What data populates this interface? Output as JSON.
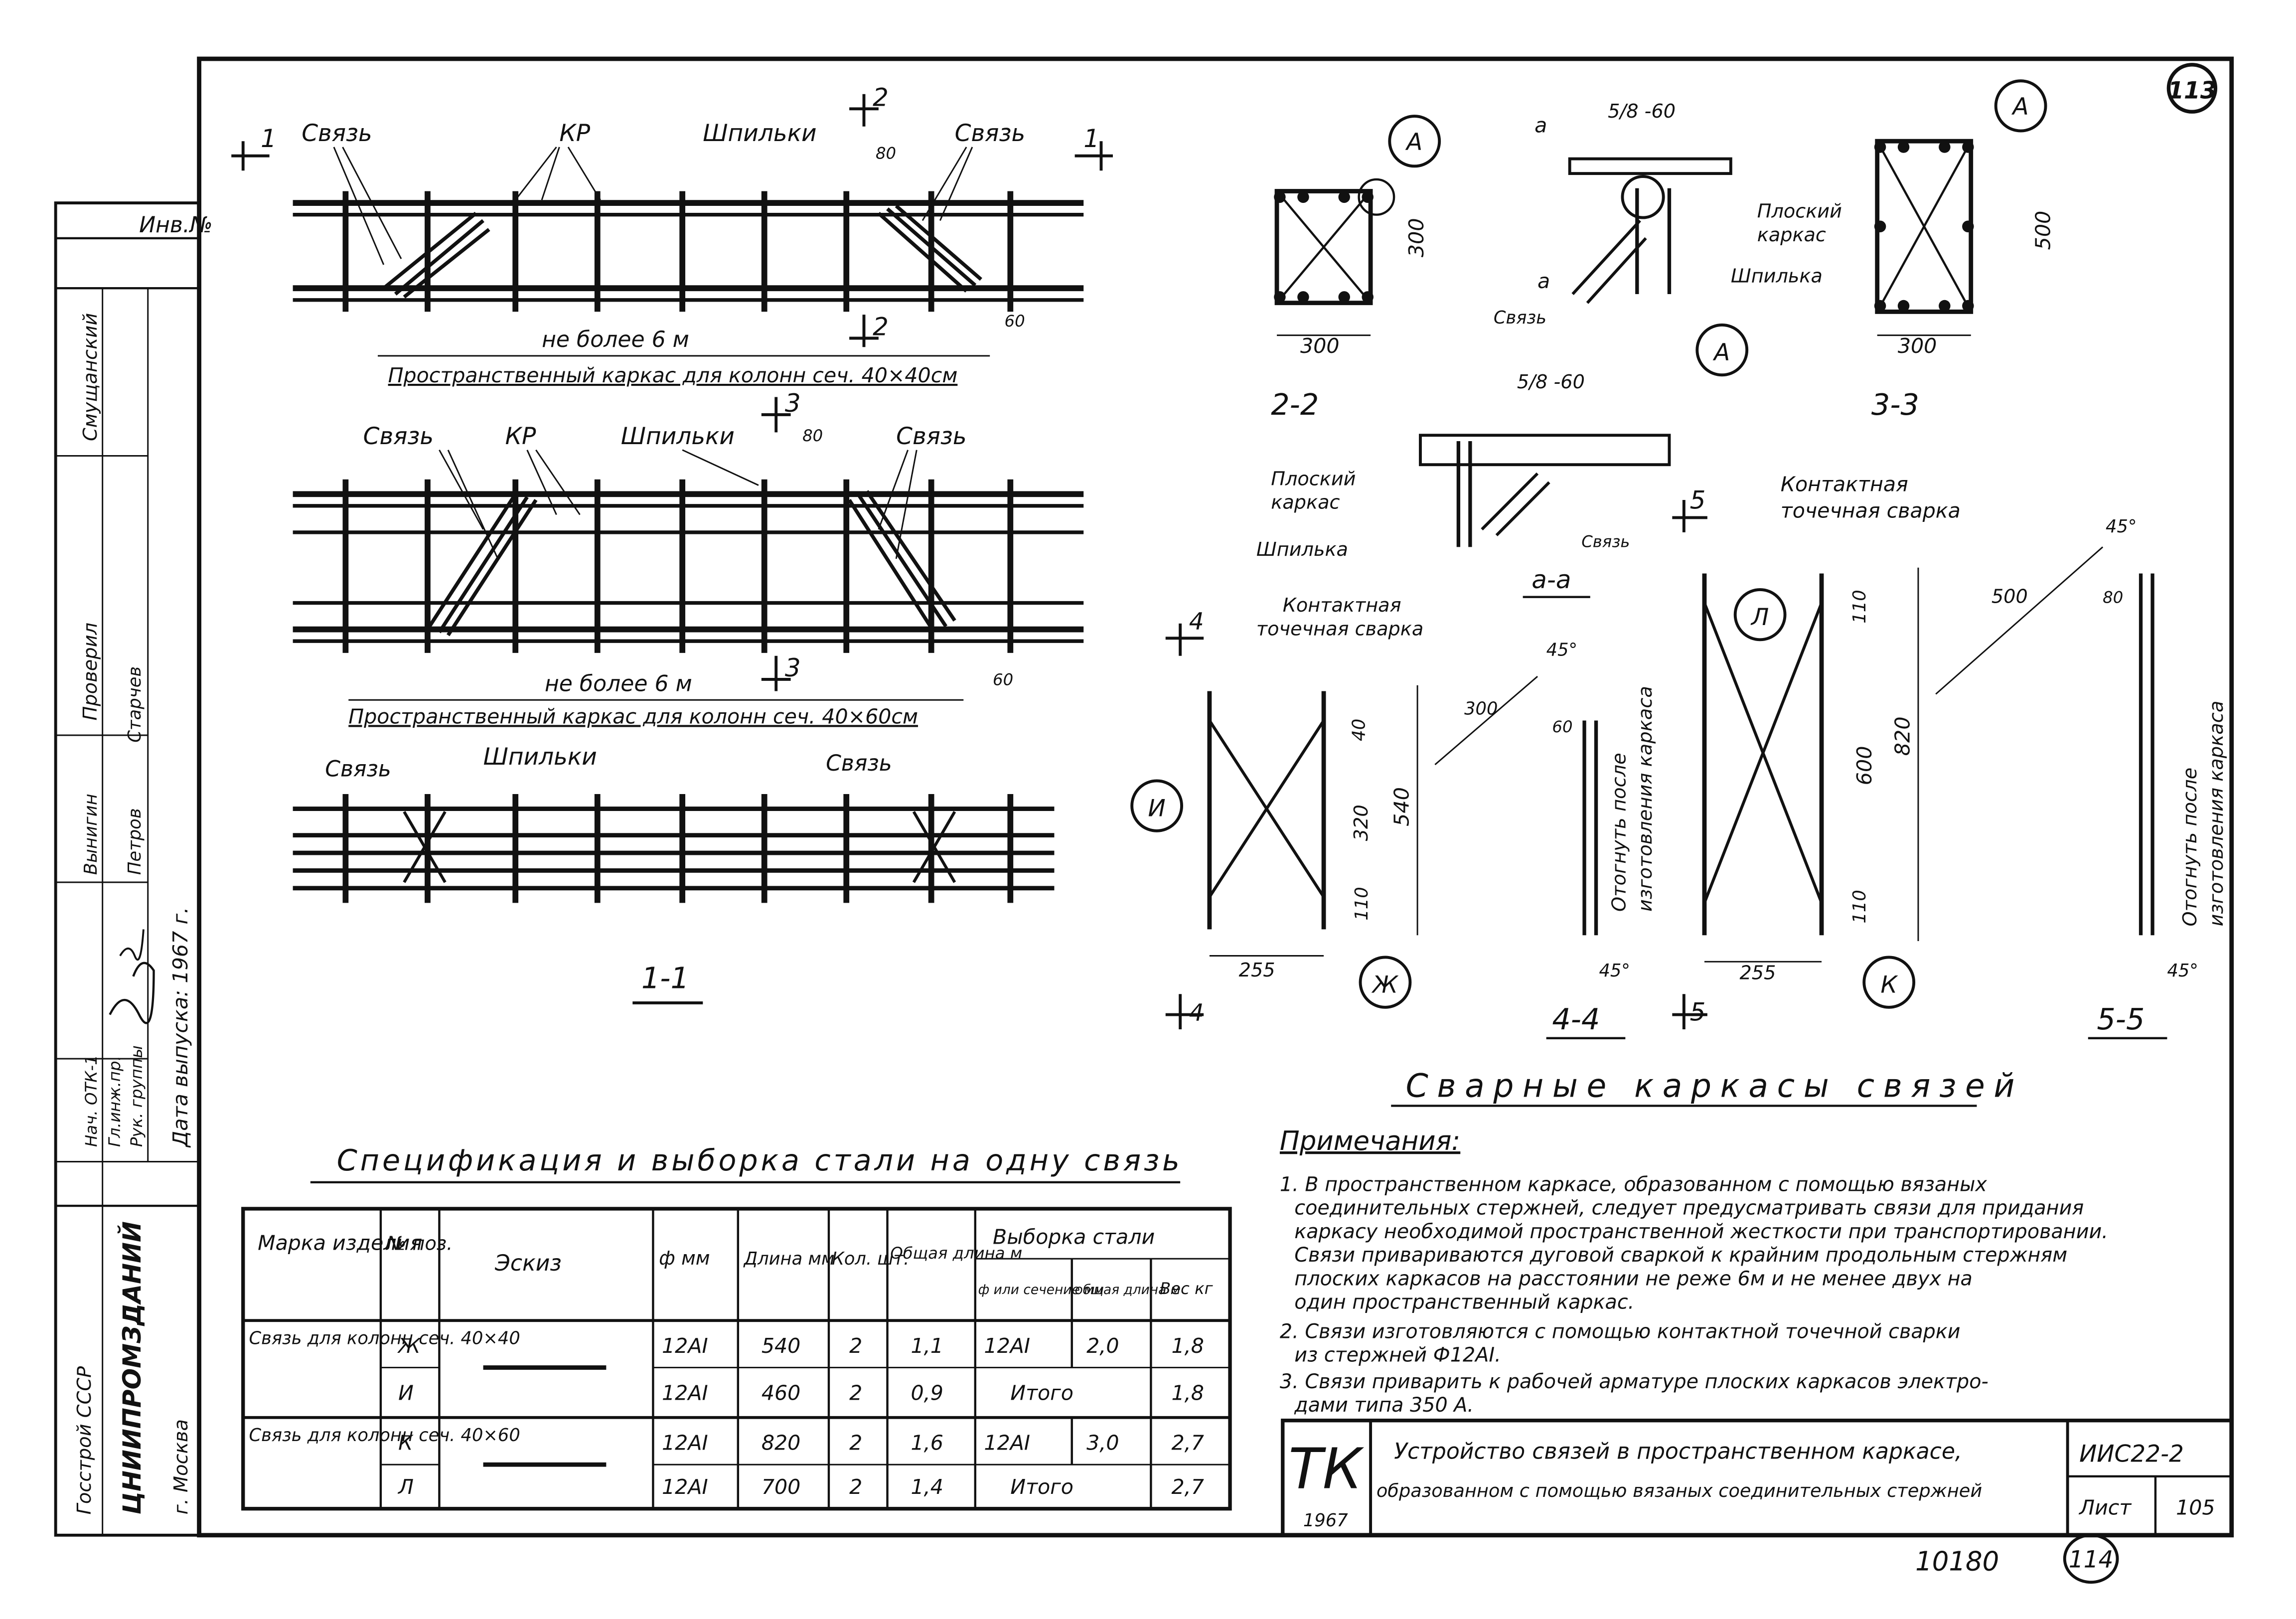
{
  "sheet": {
    "corner_number": "113",
    "bottom_right_number": "114",
    "drawing_number": "10180"
  },
  "stamp_left": {
    "inv_no": "Инв.№",
    "org1": "Госстрой СССР",
    "org2": "ЦНИИПРОМЗДАНИЙ",
    "city": "г. Москва",
    "date_label": "Дата выпуска: 1967 г.",
    "roles": [
      "Нач. ОТК-1",
      "Гл.инж.пр.",
      "Рук. группы"
    ],
    "persons": [
      "Вынигин",
      "Петров",
      "Старчев"
    ],
    "checked": "Проверил",
    "checker": "Смущанский"
  },
  "views": {
    "v1_title": "Пространственный каркас для колонн сеч. 40×40см",
    "v2_title": "Пространственный каркас для колонн сеч. 40×60см",
    "sec11": "1-1",
    "sec22": "2-2",
    "sec33": "3-3",
    "sec44": "4-4",
    "sec55": "5-5",
    "secaa": "а-а",
    "svyaz": "Связь",
    "kr": "КР",
    "shpilki": "Шпильки",
    "shpilka": "Шпилька",
    "ploskiy1": "Плоский",
    "ploskiy2": "каркас",
    "ne_bolee": "не более 6 м",
    "kontakt1": "Контактная",
    "kontakt2": "точечная сварка",
    "otognut1": "Отогнуть после",
    "otognut2": "изготовления каркаса",
    "weld1": "5/8 -60",
    "detail_A": "А",
    "mark_L": "Л",
    "mark_I": "И",
    "mark_Zh": "Ж",
    "mark_K": "К",
    "caption": "Сварные каркасы связей",
    "dims": {
      "d300": "300",
      "d500": "500",
      "d80": "80",
      "d60": "60",
      "d40": "40",
      "d320": "320",
      "d540": "540",
      "d110": "110",
      "d255": "255",
      "d600": "600",
      "d820": "820",
      "d45": "45°",
      "cut1": "1",
      "cut2": "2",
      "cut3": "3",
      "cut4": "4",
      "cut5": "5",
      "cuta": "а"
    }
  },
  "notes": {
    "title": "Примечания:",
    "lines": [
      "1. В пространственном каркасе, образованном с помощью вязаных",
      "соединительных стержней, следует предусматривать связи для придания",
      "каркасу необходимой пространственной жесткости при транспортировании.",
      "Связи привариваются дуговой сваркой к крайним продольным стержням",
      "плоских каркасов на расстоянии не реже 6м и не менее двух на",
      "один пространственный каркас.",
      "2. Связи изготовляются с помощью контактной точечной сварки",
      "из стержней Ф12АI.",
      "3. Связи приварить к рабочей арматуре плоских каркасов электро-",
      "дами типа 350 А."
    ]
  },
  "spec": {
    "title": "Спецификация и выборка стали на одну связь",
    "headers": {
      "mark": "Марка изделия",
      "pos": "№ поз.",
      "sketch": "Эскиз",
      "phi": "ф мм",
      "length": "Длина мм",
      "qty": "Кол. шт.",
      "total": "Общая длина м",
      "vyborka": "Выборка стали",
      "sub_phi": "ф или сечение мм",
      "sub_total": "общая длина м",
      "sub_weight": "Вес кг"
    },
    "groups": [
      {
        "mark": "Связь для колонн сеч. 40×40",
        "rows": [
          {
            "pos": "Ж",
            "phi": "12АI",
            "len": "540",
            "qty": "2",
            "total": "1,1",
            "s_phi": "12АI",
            "s_total": "2,0",
            "s_w": "1,8"
          },
          {
            "pos": "И",
            "phi": "12АI",
            "len": "460",
            "qty": "2",
            "total": "0,9",
            "s_phi": "Итого",
            "s_total": "",
            "s_w": "1,8"
          }
        ]
      },
      {
        "mark": "Связь для колонн сеч. 40×60",
        "rows": [
          {
            "pos": "К",
            "phi": "12АI",
            "len": "820",
            "qty": "2",
            "total": "1,6",
            "s_phi": "12АI",
            "s_total": "3,0",
            "s_w": "2,7"
          },
          {
            "pos": "Л",
            "phi": "12АI",
            "len": "700",
            "qty": "2",
            "total": "1,4",
            "s_phi": "Итого",
            "s_total": "",
            "s_w": "2,7"
          }
        ]
      }
    ]
  },
  "title_block": {
    "tk": "ТК",
    "year": "1967",
    "title1": "Устройство связей в пространственном каркасе,",
    "title2": "образованном с помощью вязаных соединительных стержней",
    "code": "ИИС22-2",
    "list_label": "Лист",
    "list_no": "105"
  }
}
